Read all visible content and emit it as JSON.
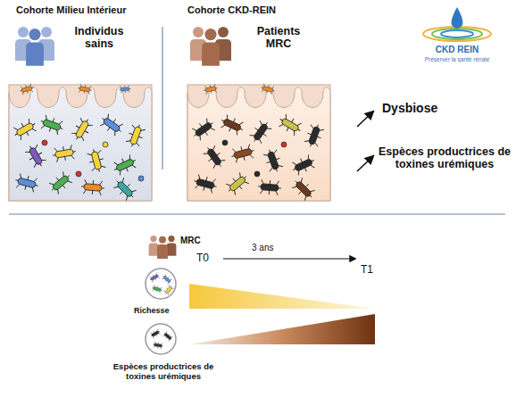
{
  "diagram": {
    "labels": [
      "Cohorte Milieu Intérieur",
      "Cohorte CKD-REIN",
      "Individus sains",
      "Patients MRC",
      "CKD REIN",
      "Préserver la santé rénale",
      "Dysbiose",
      "Espèces productrices de toxines urémiques",
      "MRC",
      "T0",
      "3 ans",
      "T1",
      "Richesse",
      "Espèces productrices de toxines urémiques"
    ]
  }
}
